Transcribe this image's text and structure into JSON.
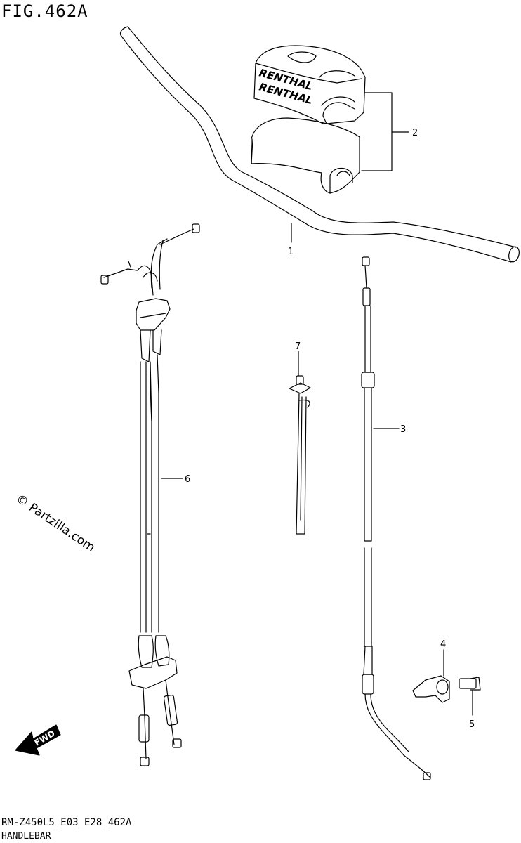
{
  "figure": {
    "title": "FIG.462A",
    "code": "RM-Z450L5_E03_E28_462A",
    "name": "HANDLEBAR",
    "watermark": "© Partzilla.com",
    "fwd_label": "FWD",
    "pad_logo": "RENTHAL"
  },
  "callouts": [
    "1",
    "2",
    "3",
    "4",
    "5",
    "6",
    "7"
  ],
  "parts": [
    {
      "ref": "1",
      "name": "handlebar"
    },
    {
      "ref": "2",
      "name": "handlebar-pad"
    },
    {
      "ref": "3",
      "name": "clutch-cable"
    },
    {
      "ref": "4",
      "name": "cable-clamp"
    },
    {
      "ref": "5",
      "name": "bolt"
    },
    {
      "ref": "6",
      "name": "throttle-cables"
    },
    {
      "ref": "7",
      "name": "cable-tie"
    }
  ]
}
